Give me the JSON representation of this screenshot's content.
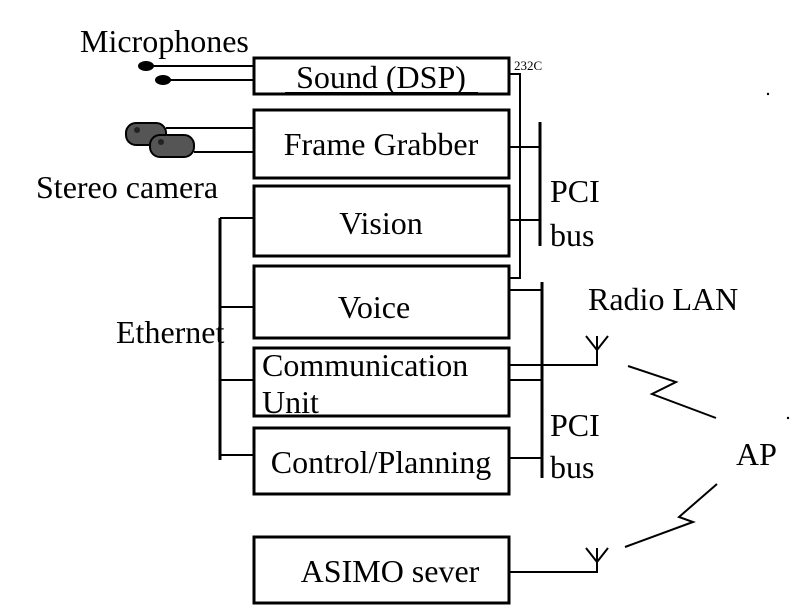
{
  "labels": {
    "microphones": "Microphones",
    "stereo_camera": "Stereo camera",
    "ethernet": "Ethernet",
    "pci_bus_1a": "PCI",
    "pci_bus_1b": "bus",
    "pci_bus_2a": "PCI",
    "pci_bus_2b": "bus",
    "radio_lan": "Radio LAN",
    "ap": "AP",
    "rs232": "232C"
  },
  "boxes": {
    "sound": "Sound (DSP)",
    "frame_grabber": "Frame Grabber",
    "vision": "Vision",
    "voice": "Voice",
    "communication_line1": "Communication",
    "communication_line2": "Unit",
    "control_planning": "Control/Planning",
    "asimo_server": "ASIMO sever"
  },
  "colors": {
    "line": "#000000",
    "background": "#ffffff",
    "camera_body": "#555555"
  }
}
